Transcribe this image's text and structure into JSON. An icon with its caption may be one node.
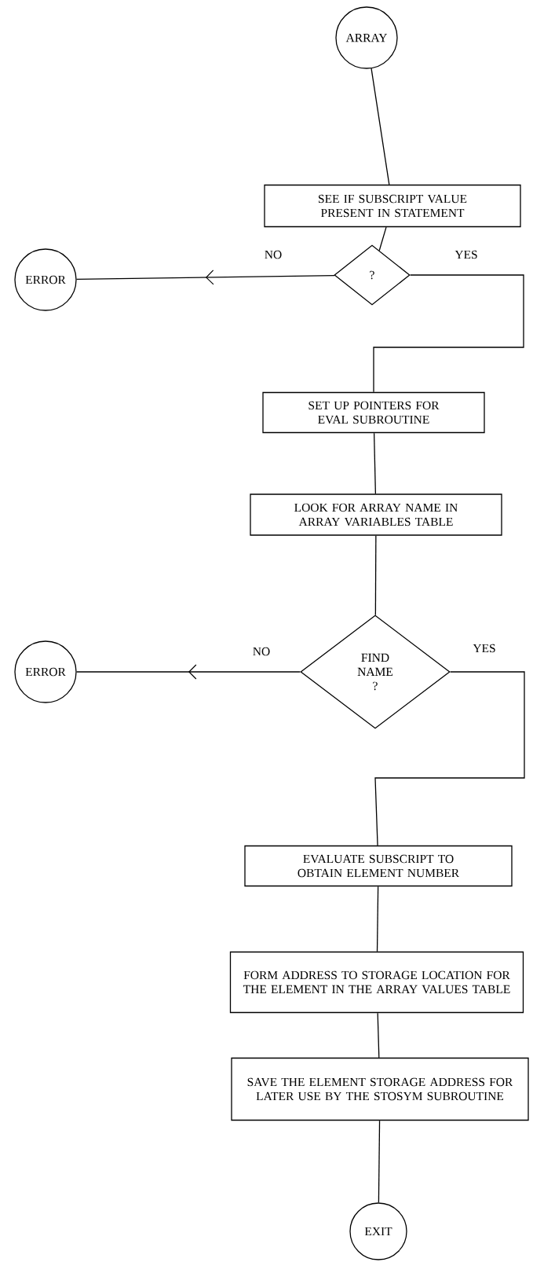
{
  "diagram": {
    "nodes": [
      {
        "text": [
          "ARRAY"
        ]
      },
      {
        "text": [
          "SEE IF SUBSCRIPT VALUE PRESENT IN STATEMENT"
        ]
      },
      {
        "text": [
          "?"
        ]
      },
      {
        "text": [
          "ERROR"
        ]
      },
      {
        "text": [
          "SET UP POINTERS FOR EVAL SUBROUTINE"
        ]
      },
      {
        "text": [
          "LOOK FOR ARRAY NAME IN ARRAY VARIABLES TABLE"
        ]
      },
      {
        "text": [
          "FIND NAME ?"
        ]
      },
      {
        "text": [
          "ERROR"
        ]
      },
      {
        "text": [
          "EVALUATE SUBSCRIPT TO OBTAIN ELEMENT NUMBER"
        ]
      },
      {
        "text": [
          "FORM ADDRESS TO STORAGE LOCATION FOR THE ELEMENT IN THE ARRAY VALUES TABLE"
        ]
      },
      {
        "text": [
          "SAVE THE ELEMENT STORAGE ADDRESS FOR LATER USE BY THE STOSYM SUBROUTINE"
        ]
      },
      {
        "text": [
          "EXIT"
        ]
      }
    ],
    "edges": [
      {
        "from": 0,
        "to": 1,
        "arrow": "none"
      },
      {
        "from": 1,
        "to": 2,
        "arrow": "none"
      },
      {
        "from": 2,
        "to": 3,
        "arrow": "to",
        "label": "NO"
      },
      {
        "from": 2,
        "to": 4,
        "arrow": "none",
        "label": "YES"
      },
      {
        "from": 4,
        "to": 5,
        "arrow": "none"
      },
      {
        "from": 5,
        "to": 6,
        "arrow": "none"
      },
      {
        "from": 6,
        "to": 7,
        "arrow": "to",
        "label": "NO"
      },
      {
        "from": 6,
        "to": 8,
        "arrow": "none",
        "label": "YES"
      },
      {
        "from": 8,
        "to": 9,
        "arrow": "none"
      },
      {
        "from": 9,
        "to": 10,
        "arrow": "none"
      },
      {
        "from": 10,
        "to": 11,
        "arrow": "none"
      }
    ]
  }
}
